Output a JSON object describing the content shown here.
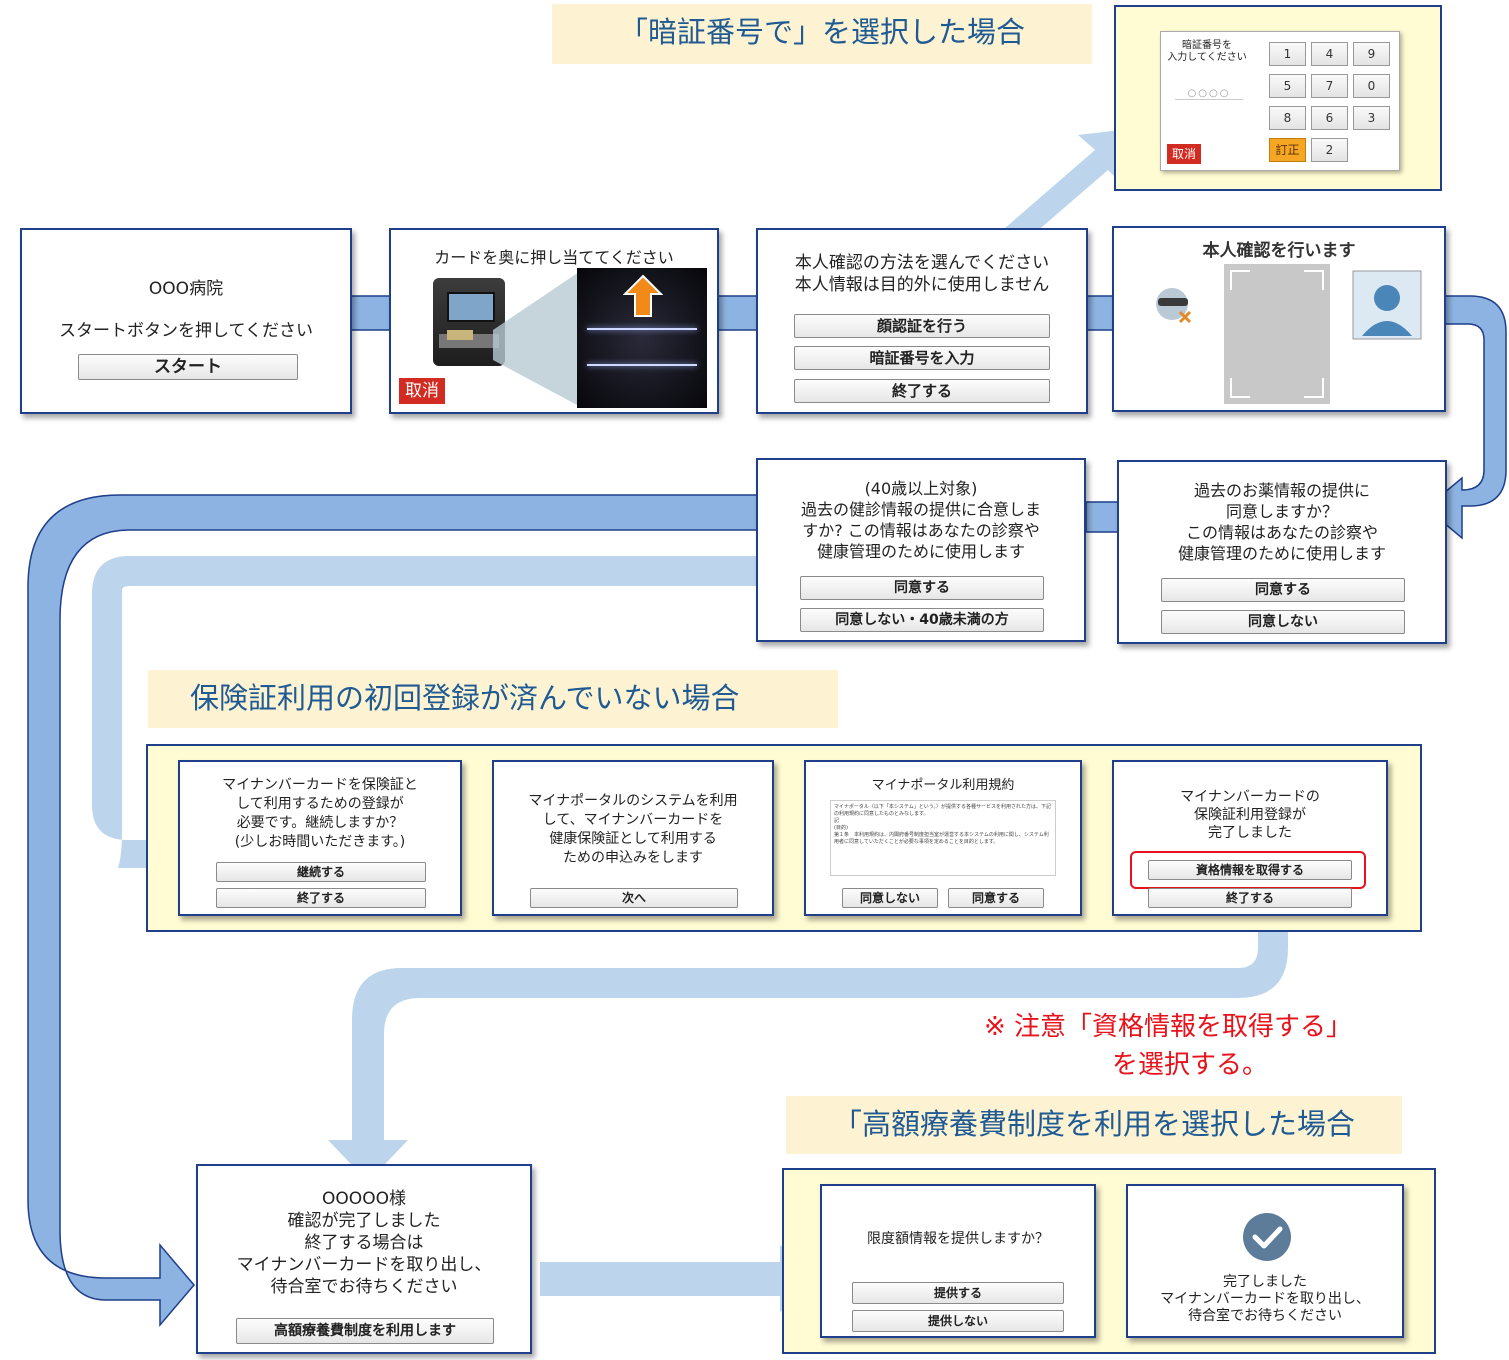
{
  "banners": {
    "pin_case": "「暗証番号で」を選択した場合",
    "first_registration": "保険証利用の初回登録が済んでいない場合",
    "high_cost": "「高額療養費制度を利用を選択した場合"
  },
  "pin_screen": {
    "prompt": "暗証番号を\n入力してください",
    "dots": "○○○○",
    "keys": [
      "1",
      "4",
      "9",
      "5",
      "7",
      "0",
      "8",
      "6",
      "3",
      "2"
    ],
    "correct_label": "訂正",
    "cancel_label": "取消"
  },
  "screen_start": {
    "hospital": "OOO病院",
    "message": "スタートボタンを押してください",
    "button": "スタート"
  },
  "screen_card": {
    "message": "カードを奥に押し当ててください",
    "cancel_label": "取消"
  },
  "screen_method": {
    "message": "本人確認の方法を選んでください\n本人情報は目的外に使用しません",
    "buttons": [
      "顔認証を行う",
      "暗証番号を入力",
      "終了する"
    ]
  },
  "screen_face": {
    "title": "本人確認を行います"
  },
  "screen_medicine": {
    "message": "過去のお薬情報の提供に\n同意しますか？\nこの情報はあなたの診察や\n健康管理のために使用します",
    "agree": "同意する",
    "disagree": "同意しない"
  },
  "screen_checkup": {
    "message": "(40歳以上対象)\n過去の健診情報の提供に合意しま\nすか? この情報はあなたの診察や\n健康管理のために使用します",
    "agree": "同意する",
    "disagree": "同意しない・40歳未満の方"
  },
  "screen_register": {
    "message": "マイナンバーカードを保険証と\nして利用するための登録が\n必要です。継続しますか？\n(少しお時間いただきます。)",
    "continue": "継続する",
    "end": "終了する"
  },
  "screen_portal": {
    "message": "マイナポータルのシステムを利用\nして、マイナンバーカードを\n健康保険証として利用する\nための申込みをします",
    "next": "次へ"
  },
  "screen_terms": {
    "title": "マイナポータル利用規約",
    "body": "マイナポータル（以下「本システム」という。）が提供する各種サービスを利用された方は、下記の利用規約に同意したものとみなします。\n記\n(目的)\n第１条　本利用規約は、内閣府番号制度担当室が運営する本システムの利用に関し、システム利用者に同意していただくことが必要な事項を定めることを目的とします。",
    "disagree": "同意しない",
    "agree": "同意する"
  },
  "screen_complete_reg": {
    "message": "マイナンバーカードの\n保険証利用登録が\n完了しました",
    "get_info": "資格情報を取得する",
    "end": "終了する"
  },
  "note": {
    "line1": "※ 注意「資格情報を取得する」",
    "line2": "を選択する。"
  },
  "screen_final": {
    "message": "OOOOO様\n確認が完了しました\n終了する場合は\nマイナンバーカードを取り出し、\n待合室でお待ちください",
    "button": "高額療養費制度を利用します"
  },
  "screen_limit": {
    "message": "限度額情報を提供しますか？",
    "provide": "提供する",
    "not_provide": "提供しない"
  },
  "screen_done": {
    "message": "完了しました\nマイナンバーカードを取り出し、\n待合室でお待ちください"
  },
  "colors": {
    "navy_border": "#1f3f8a",
    "arrow_dark": "#8db3e2",
    "arrow_light": "#bcd5ec",
    "panel_yellow": "#fffbd3",
    "banner_peach": "#fdf3d3",
    "note_red": "#e8121a",
    "banner_text": "#1f5a93"
  }
}
